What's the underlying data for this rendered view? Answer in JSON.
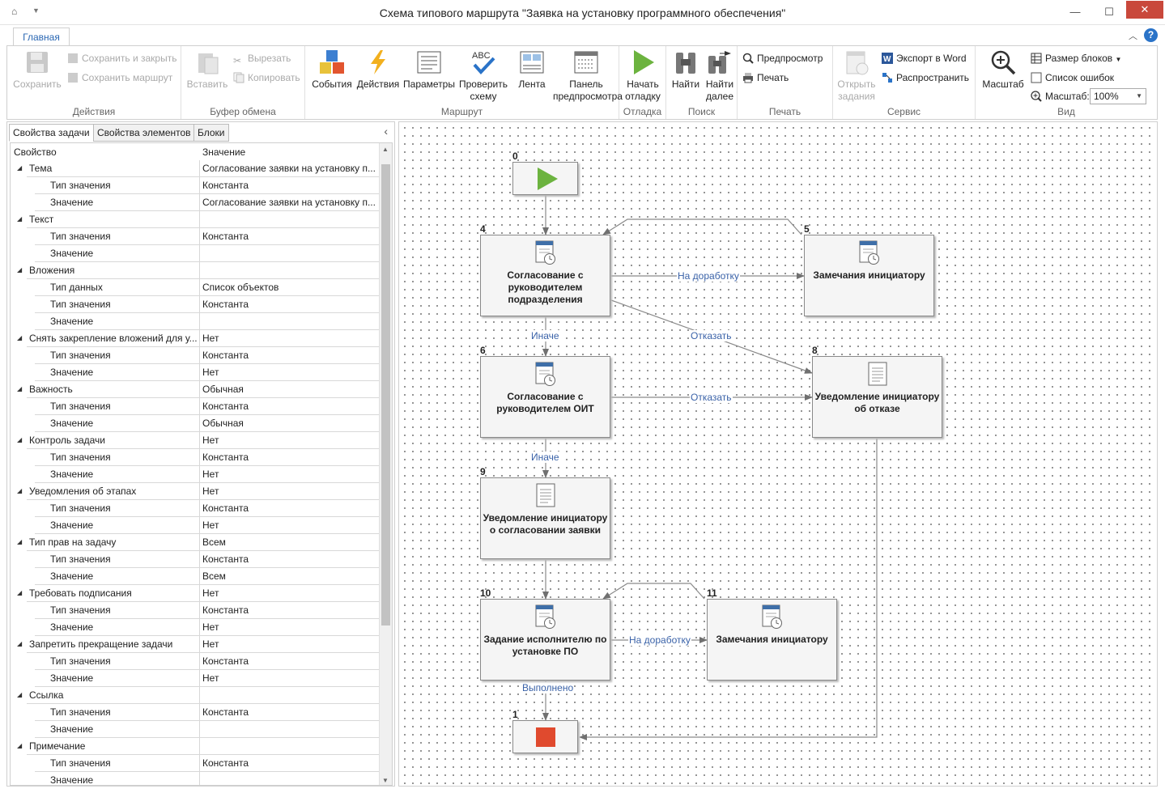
{
  "window": {
    "title": "Схема типового маршрута \"Заявка на установку программного обеспечения\""
  },
  "ribbon_tab": "Главная",
  "ribbon": {
    "actions": {
      "label": "Действия",
      "save": "Сохранить",
      "save_close": "Сохранить и закрыть",
      "save_route": "Сохранить маршрут"
    },
    "clipboard": {
      "label": "Буфер обмена",
      "paste": "Вставить",
      "cut": "Вырезать",
      "copy": "Копировать"
    },
    "route": {
      "label": "Маршрут",
      "events": "События",
      "actions": "Действия",
      "params": "Параметры",
      "check1": "Проверить",
      "check2": "схему",
      "ribbon": "Лента",
      "preview1": "Панель",
      "preview2": "предпросмотра"
    },
    "debug": {
      "label": "Отладка",
      "start1": "Начать",
      "start2": "отладку"
    },
    "search": {
      "label": "Поиск",
      "find": "Найти",
      "findnext1": "Найти",
      "findnext2": "далее"
    },
    "print": {
      "label": "Печать",
      "preview": "Предпросмотр",
      "print": "Печать"
    },
    "service": {
      "label": "Сервис",
      "open1": "Открыть",
      "open2": "задания",
      "export": "Экспорт в Word",
      "distribute": "Распространить"
    },
    "view": {
      "label": "Вид",
      "zoom": "Масштаб",
      "block_size": "Размер блоков",
      "error_list": "Список ошибок",
      "zoom_label": "Масштаб:",
      "zoom_value": "100%"
    }
  },
  "panel": {
    "tabs": [
      "Свойства задачи",
      "Свойства элементов",
      "Блоки"
    ],
    "col_property": "Свойство",
    "col_value": "Значение",
    "rows": [
      {
        "n": "Тема",
        "v": "Согласование заявки на установку п...",
        "lvl": 0
      },
      {
        "n": "Тип значения",
        "v": "Константа",
        "lvl": 1
      },
      {
        "n": "Значение",
        "v": "Согласование заявки на установку п...",
        "lvl": 1
      },
      {
        "n": "Текст",
        "v": "",
        "lvl": 0
      },
      {
        "n": "Тип значения",
        "v": "Константа",
        "lvl": 1
      },
      {
        "n": "Значение",
        "v": "",
        "lvl": 1
      },
      {
        "n": "Вложения",
        "v": "",
        "lvl": 0
      },
      {
        "n": "Тип данных",
        "v": "Список объектов",
        "lvl": 1
      },
      {
        "n": "Тип значения",
        "v": "Константа",
        "lvl": 1
      },
      {
        "n": "Значение",
        "v": "",
        "lvl": 1
      },
      {
        "n": "Снять закрепление вложений для у...",
        "v": "Нет",
        "lvl": 0
      },
      {
        "n": "Тип значения",
        "v": "Константа",
        "lvl": 1
      },
      {
        "n": "Значение",
        "v": "Нет",
        "lvl": 1
      },
      {
        "n": "Важность",
        "v": "Обычная",
        "lvl": 0
      },
      {
        "n": "Тип значения",
        "v": "Константа",
        "lvl": 1
      },
      {
        "n": "Значение",
        "v": "Обычная",
        "lvl": 1
      },
      {
        "n": "Контроль задачи",
        "v": "Нет",
        "lvl": 0
      },
      {
        "n": "Тип значения",
        "v": "Константа",
        "lvl": 1
      },
      {
        "n": "Значение",
        "v": "Нет",
        "lvl": 1
      },
      {
        "n": "Уведомления об этапах",
        "v": "Нет",
        "lvl": 0
      },
      {
        "n": "Тип значения",
        "v": "Константа",
        "lvl": 1
      },
      {
        "n": "Значение",
        "v": "Нет",
        "lvl": 1
      },
      {
        "n": "Тип прав на задачу",
        "v": "Всем",
        "lvl": 0
      },
      {
        "n": "Тип значения",
        "v": "Константа",
        "lvl": 1
      },
      {
        "n": "Значение",
        "v": "Всем",
        "lvl": 1
      },
      {
        "n": "Требовать подписания",
        "v": "Нет",
        "lvl": 0
      },
      {
        "n": "Тип значения",
        "v": "Константа",
        "lvl": 1
      },
      {
        "n": "Значение",
        "v": "Нет",
        "lvl": 1
      },
      {
        "n": "Запретить прекращение задачи",
        "v": "Нет",
        "lvl": 0
      },
      {
        "n": "Тип значения",
        "v": "Константа",
        "lvl": 1
      },
      {
        "n": "Значение",
        "v": "Нет",
        "lvl": 1
      },
      {
        "n": "Ссылка",
        "v": "",
        "lvl": 0
      },
      {
        "n": "Тип значения",
        "v": "Константа",
        "lvl": 1
      },
      {
        "n": "Значение",
        "v": "",
        "lvl": 1
      },
      {
        "n": "Примечание",
        "v": "",
        "lvl": 0
      },
      {
        "n": "Тип значения",
        "v": "Константа",
        "lvl": 1
      },
      {
        "n": "Значение",
        "v": "",
        "lvl": 1
      }
    ]
  },
  "diagram": {
    "nodes": {
      "n0": {
        "num": "0"
      },
      "n4": {
        "num": "4",
        "text": "Согласование с руководителем подразделения"
      },
      "n5": {
        "num": "5",
        "text": "Замечания инициатору"
      },
      "n6": {
        "num": "6",
        "text": "Согласование с руководителем ОИТ"
      },
      "n8": {
        "num": "8",
        "text": "Уведомление инициатору об отказе"
      },
      "n9": {
        "num": "9",
        "text": "Уведомление инициатору о согласовании заявки"
      },
      "n10": {
        "num": "10",
        "text": "Задание исполнителю по установке ПО"
      },
      "n11": {
        "num": "11",
        "text": "Замечания инициатору"
      },
      "n1": {
        "num": "1"
      }
    },
    "edges": {
      "e4_5": "На доработку",
      "e4_6": "Иначе",
      "e4_8": "Отказать",
      "e6_8": "Отказать",
      "e6_9": "Иначе",
      "e10_11": "На доработку",
      "e10_1": "Выполнено"
    }
  },
  "colors": {
    "accent": "#2a67b3",
    "start": "#6cb33f",
    "stop": "#e04a2e",
    "edge_label": "#3a62a8"
  }
}
